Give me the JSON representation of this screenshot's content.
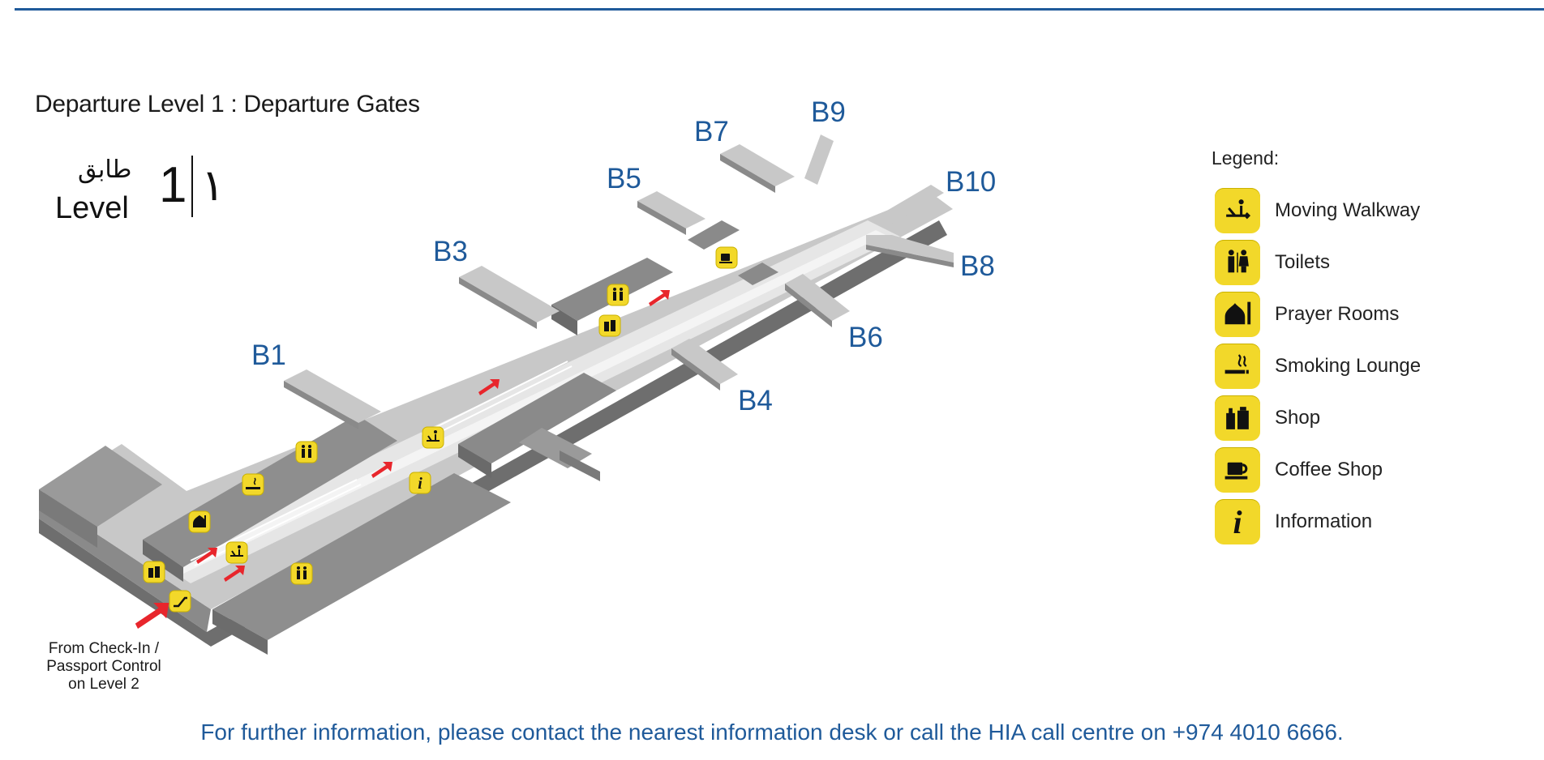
{
  "map": {
    "title": "Departure Level 1 : Departure Gates",
    "level_arabic": "طابق",
    "level_english": "Level",
    "level_number": "1",
    "level_number_arabic": "١",
    "gates": [
      "B1",
      "B3",
      "B4",
      "B5",
      "B6",
      "B7",
      "B8",
      "B9",
      "B10"
    ],
    "from_note": [
      "From Check-In /",
      "Passport Control",
      "on Level 2"
    ],
    "accent_color": "#1f5a9a",
    "icon_color": "#f2d82a",
    "arrow_color": "#e8262c"
  },
  "legend": {
    "title": "Legend:",
    "items": [
      {
        "label": "Moving Walkway",
        "icon": "moving-walkway-icon"
      },
      {
        "label": "Toilets",
        "icon": "toilets-icon"
      },
      {
        "label": "Prayer Rooms",
        "icon": "prayer-rooms-icon"
      },
      {
        "label": "Smoking Lounge",
        "icon": "smoking-lounge-icon"
      },
      {
        "label": "Shop",
        "icon": "shop-icon"
      },
      {
        "label": "Coffee Shop",
        "icon": "coffee-shop-icon"
      },
      {
        "label": "Information",
        "icon": "information-icon"
      }
    ]
  },
  "footer": {
    "text": "For further information, please contact the nearest information desk or call the HIA call centre on +974 4010 6666."
  }
}
